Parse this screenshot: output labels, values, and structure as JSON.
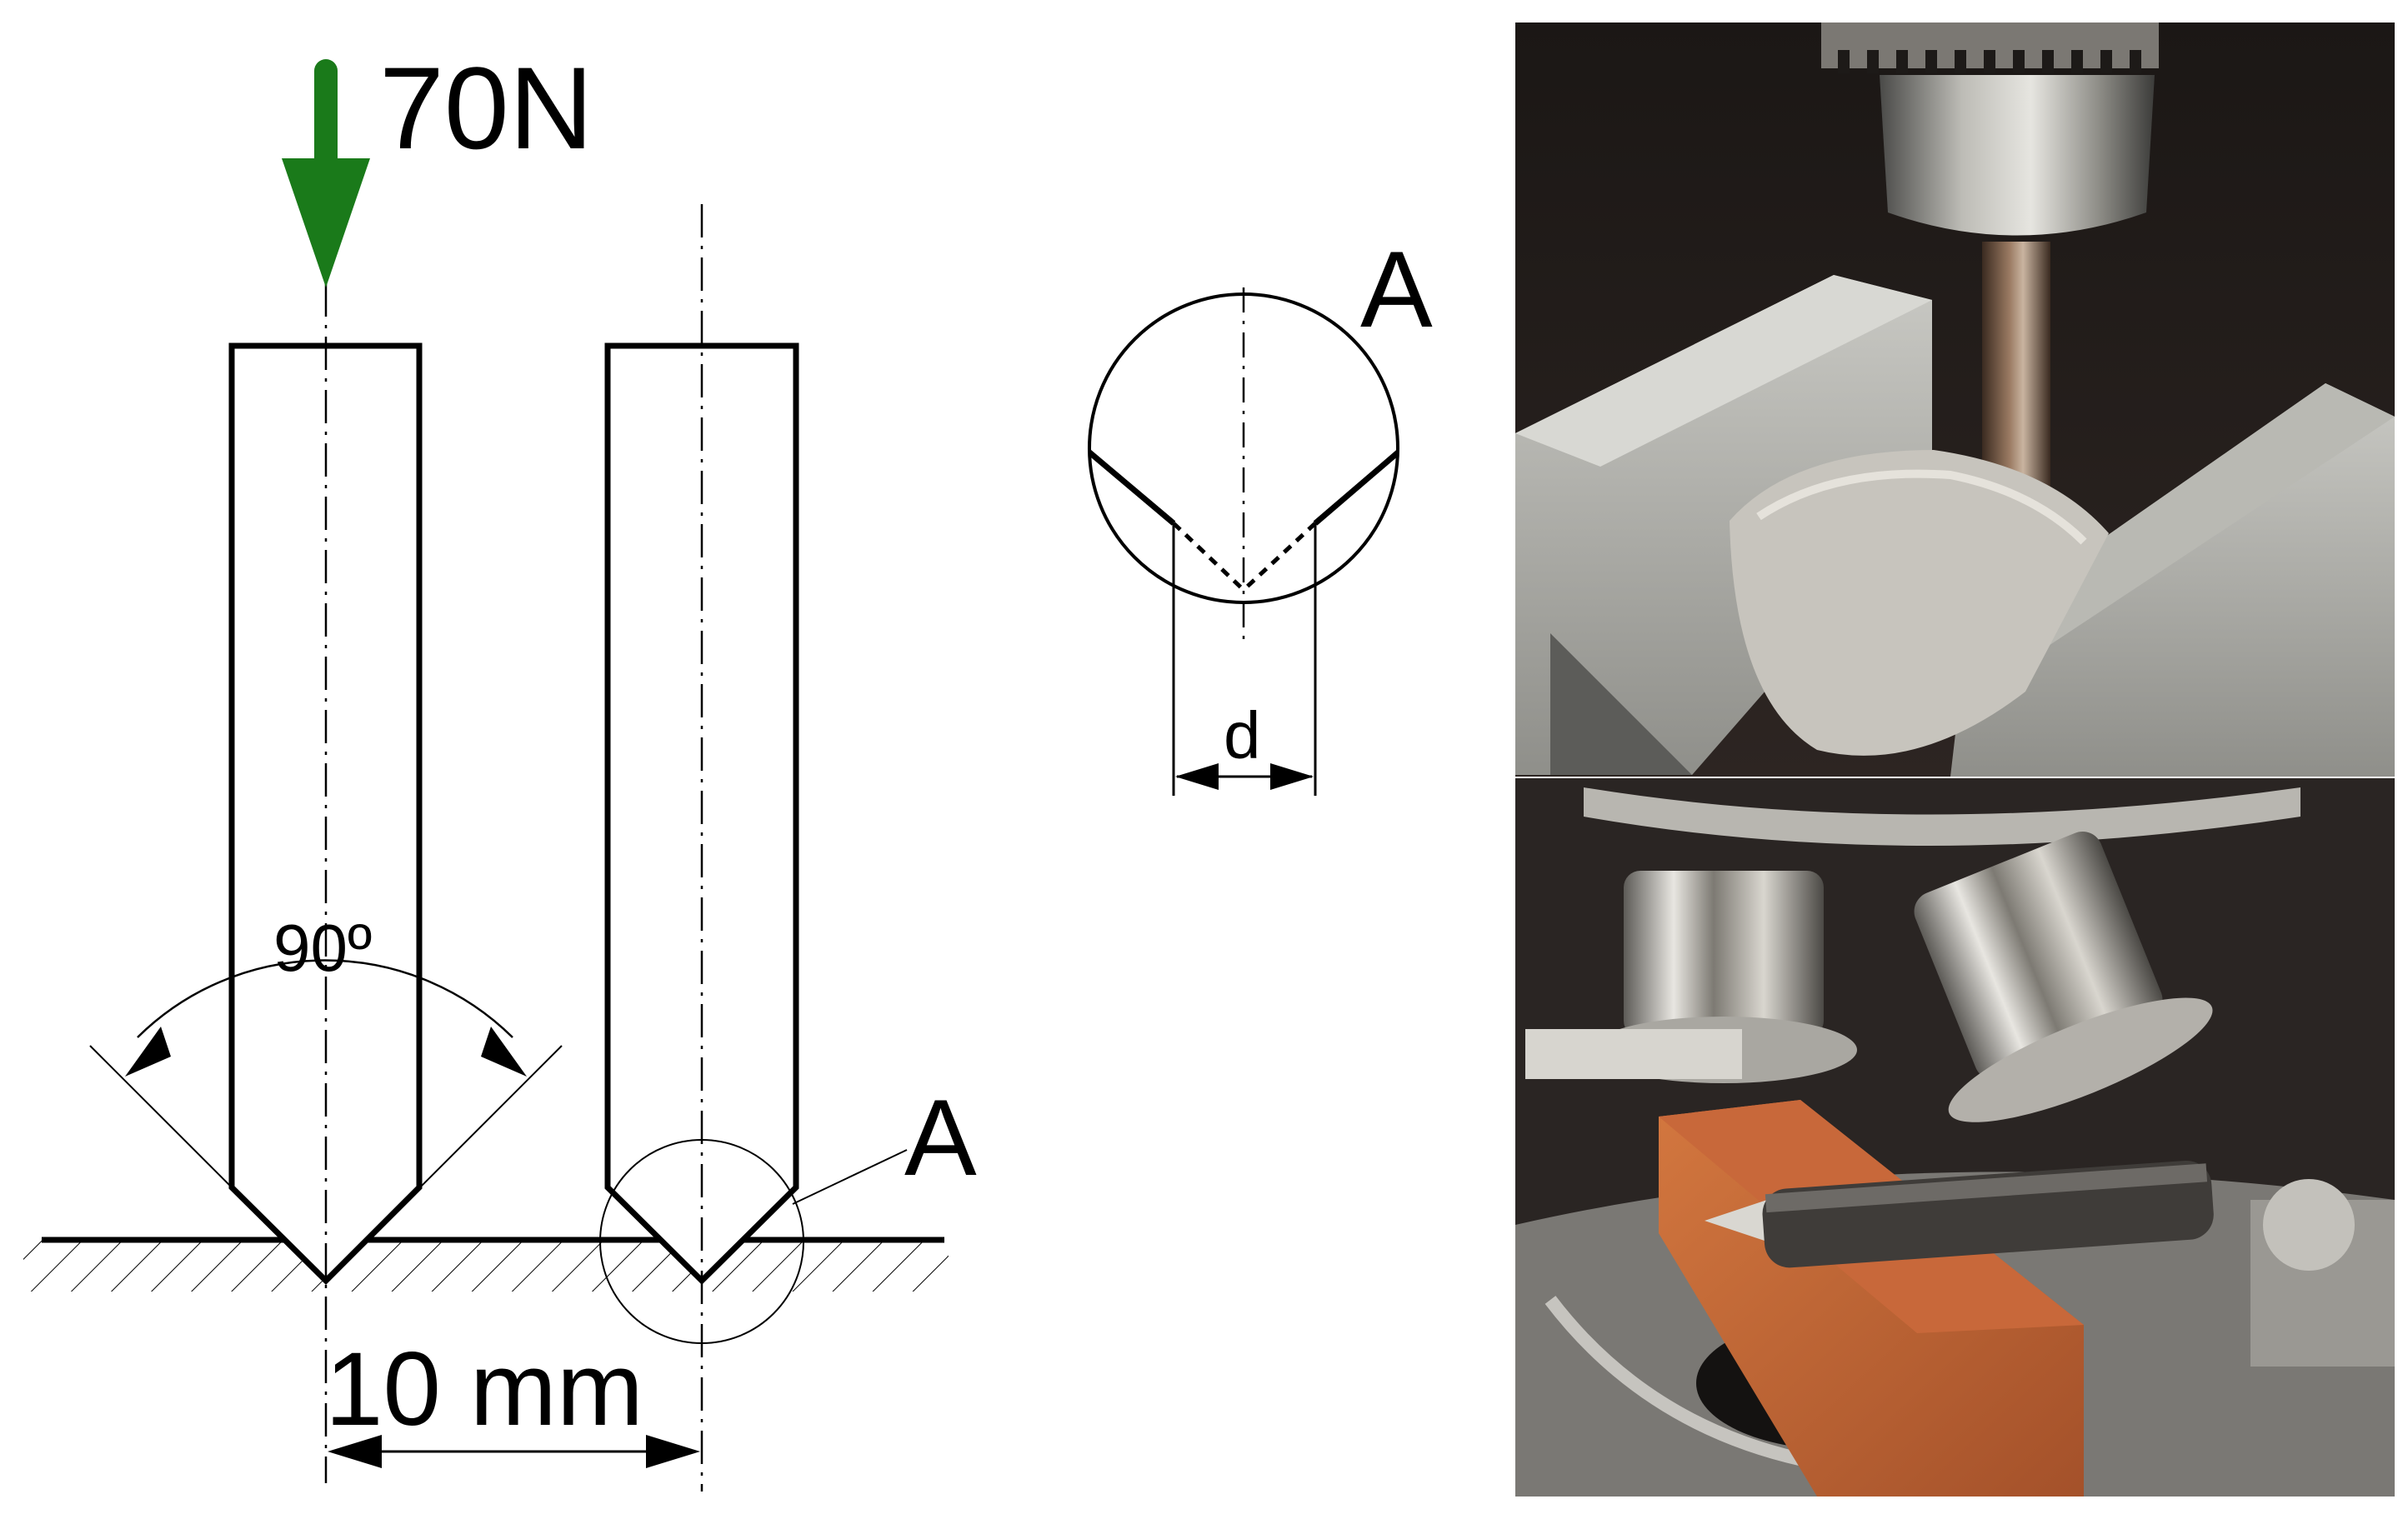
{
  "labels": {
    "force": "70N",
    "angle": "90º",
    "spacing": "10 mm",
    "detail_ref": "A",
    "detail_title": "A",
    "diameter": "d"
  },
  "colors": {
    "force_arrow": "#1a7a1a",
    "line": "#000000",
    "background": "#ffffff"
  }
}
